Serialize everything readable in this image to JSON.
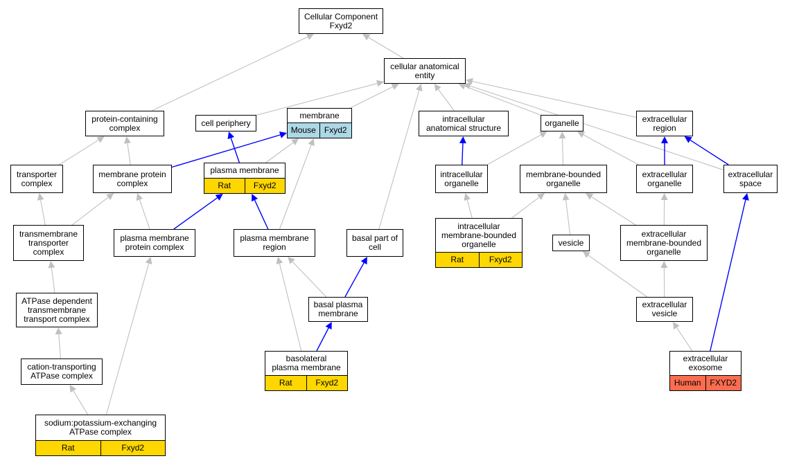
{
  "nodes": {
    "cc_fxyd2": {
      "label": "Cellular Component\nFxyd2"
    },
    "cae": {
      "label": "cellular anatomical\nentity"
    },
    "pcc": {
      "label": "protein-containing\ncomplex"
    },
    "cell_periphery": {
      "label": "cell periphery"
    },
    "membrane": {
      "label": "membrane",
      "annotation": [
        "Mouse",
        "Fxyd2"
      ]
    },
    "ias": {
      "label": "intracellular\nanatomical structure"
    },
    "organelle": {
      "label": "organelle"
    },
    "extracellular_region": {
      "label": "extracellular\nregion"
    },
    "transporter_complex": {
      "label": "transporter\ncomplex"
    },
    "membrane_protein_complex": {
      "label": "membrane protein\ncomplex"
    },
    "plasma_membrane": {
      "label": "plasma membrane",
      "annotation": [
        "Rat",
        "Fxyd2"
      ]
    },
    "intracellular_organelle": {
      "label": "intracellular\norganelle"
    },
    "mbo": {
      "label": "membrane-bounded\norganelle"
    },
    "extracellular_organelle": {
      "label": "extracellular\norganelle"
    },
    "extracellular_space": {
      "label": "extracellular\nspace"
    },
    "tmtc": {
      "label": "transmembrane\ntransporter\ncomplex"
    },
    "pmpc": {
      "label": "plasma membrane\nprotein complex"
    },
    "pm_region": {
      "label": "plasma membrane\nregion"
    },
    "basal_part": {
      "label": "basal part of\ncell"
    },
    "imbo": {
      "label": "intracellular\nmembrane-bounded\norganelle",
      "annotation": [
        "Rat",
        "Fxyd2"
      ]
    },
    "vesicle": {
      "label": "vesicle"
    },
    "embo": {
      "label": "extracellular\nmembrane-bounded\norganelle"
    },
    "atpase_dep": {
      "label": "ATPase dependent\ntransmembrane\ntransport complex"
    },
    "basal_pm": {
      "label": "basal plasma\nmembrane"
    },
    "ev": {
      "label": "extracellular\nvesicle"
    },
    "cation_atpase": {
      "label": "cation-transporting\nATPase complex"
    },
    "basolateral_pm": {
      "label": "basolateral\nplasma membrane",
      "annotation": [
        "Rat",
        "Fxyd2"
      ]
    },
    "exosome": {
      "label": "extracellular\nexosome",
      "annotation": [
        "Human",
        "FXYD2"
      ]
    },
    "nak_atpase": {
      "label": "sodium:potassium-exchanging\nATPase complex",
      "annotation": [
        "Rat",
        "Fxyd2"
      ]
    }
  },
  "edges": [
    {
      "from": "cae",
      "to": "cc_fxyd2",
      "kind": "gray"
    },
    {
      "from": "pcc",
      "to": "cc_fxyd2",
      "kind": "gray"
    },
    {
      "from": "cell_periphery",
      "to": "cae",
      "kind": "gray"
    },
    {
      "from": "membrane",
      "to": "cae",
      "kind": "gray"
    },
    {
      "from": "ias",
      "to": "cae",
      "kind": "gray"
    },
    {
      "from": "organelle",
      "to": "cae",
      "kind": "gray"
    },
    {
      "from": "extracellular_region",
      "to": "cae",
      "kind": "gray"
    },
    {
      "from": "extracellular_space",
      "to": "cae",
      "kind": "gray"
    },
    {
      "from": "basal_part",
      "to": "cae",
      "kind": "gray"
    },
    {
      "from": "transporter_complex",
      "to": "pcc",
      "kind": "gray"
    },
    {
      "from": "membrane_protein_complex",
      "to": "pcc",
      "kind": "gray"
    },
    {
      "from": "membrane_protein_complex",
      "to": "membrane",
      "kind": "blue"
    },
    {
      "from": "plasma_membrane",
      "to": "cell_periphery",
      "kind": "blue"
    },
    {
      "from": "plasma_membrane",
      "to": "membrane",
      "kind": "gray"
    },
    {
      "from": "intracellular_organelle",
      "to": "ias",
      "kind": "blue"
    },
    {
      "from": "intracellular_organelle",
      "to": "organelle",
      "kind": "gray"
    },
    {
      "from": "mbo",
      "to": "organelle",
      "kind": "gray"
    },
    {
      "from": "extracellular_organelle",
      "to": "organelle",
      "kind": "gray"
    },
    {
      "from": "extracellular_organelle",
      "to": "extracellular_region",
      "kind": "blue"
    },
    {
      "from": "extracellular_space",
      "to": "extracellular_region",
      "kind": "blue"
    },
    {
      "from": "tmtc",
      "to": "transporter_complex",
      "kind": "gray"
    },
    {
      "from": "tmtc",
      "to": "membrane_protein_complex",
      "kind": "gray"
    },
    {
      "from": "pmpc",
      "to": "membrane_protein_complex",
      "kind": "gray"
    },
    {
      "from": "pmpc",
      "to": "plasma_membrane",
      "kind": "blue"
    },
    {
      "from": "pm_region",
      "to": "plasma_membrane",
      "kind": "blue"
    },
    {
      "from": "pm_region",
      "to": "membrane",
      "kind": "gray"
    },
    {
      "from": "imbo",
      "to": "intracellular_organelle",
      "kind": "gray"
    },
    {
      "from": "imbo",
      "to": "mbo",
      "kind": "gray"
    },
    {
      "from": "vesicle",
      "to": "mbo",
      "kind": "gray"
    },
    {
      "from": "embo",
      "to": "mbo",
      "kind": "gray"
    },
    {
      "from": "embo",
      "to": "extracellular_organelle",
      "kind": "gray"
    },
    {
      "from": "atpase_dep",
      "to": "tmtc",
      "kind": "gray"
    },
    {
      "from": "basal_pm",
      "to": "pm_region",
      "kind": "gray"
    },
    {
      "from": "basal_pm",
      "to": "basal_part",
      "kind": "blue"
    },
    {
      "from": "ev",
      "to": "vesicle",
      "kind": "gray"
    },
    {
      "from": "ev",
      "to": "embo",
      "kind": "gray"
    },
    {
      "from": "cation_atpase",
      "to": "atpase_dep",
      "kind": "gray"
    },
    {
      "from": "basolateral_pm",
      "to": "basal_pm",
      "kind": "blue"
    },
    {
      "from": "basolateral_pm",
      "to": "pm_region",
      "kind": "gray"
    },
    {
      "from": "exosome",
      "to": "ev",
      "kind": "gray"
    },
    {
      "from": "exosome",
      "to": "extracellular_space",
      "kind": "blue"
    },
    {
      "from": "nak_atpase",
      "to": "cation_atpase",
      "kind": "gray"
    },
    {
      "from": "nak_atpase",
      "to": "pmpc",
      "kind": "gray"
    }
  ],
  "colors": {
    "gray_edge": "#c0c0c0",
    "blue_edge": "#0000ff",
    "rat": "#ffd700",
    "mouse": "#add8e6",
    "human": "#fa6d50"
  }
}
